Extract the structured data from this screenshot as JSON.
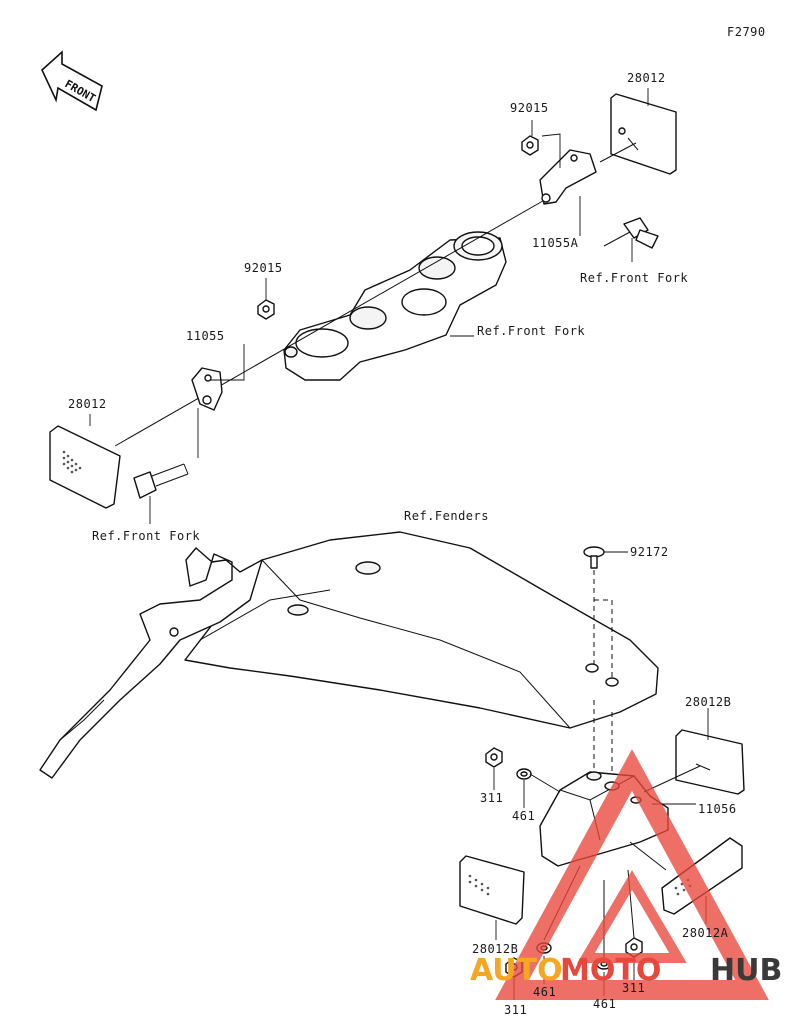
{
  "diagram_code": "F2790",
  "front_badge": "FRONT",
  "callouts": {
    "c1": "28012",
    "c2": "92015",
    "c3": "11055A",
    "c4": "Ref.Front Fork",
    "c5": "Ref.Front Fork",
    "c6": "92015",
    "c7": "11055",
    "c8": "28012",
    "c9": "Ref.Front Fork",
    "c10": "Ref.Fenders",
    "c11": "92172",
    "c12": "28012B",
    "c13": "11056",
    "c14": "311",
    "c15": "461",
    "c16": "28012B",
    "c17": "28012A",
    "c18": "311",
    "c19": "461",
    "c20": "461",
    "c21": "311"
  },
  "watermark": {
    "part1": "AUTO",
    "part2": "MOTO",
    "part3": "HUB",
    "color_primary": "#f5a623",
    "color_secondary": "#e8473c",
    "color_dark": "#3a3a3a"
  }
}
